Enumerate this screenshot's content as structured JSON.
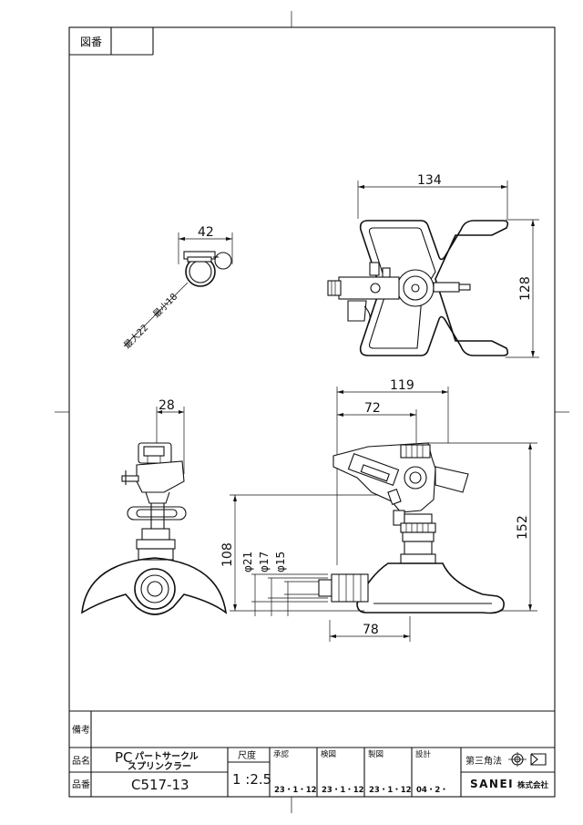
{
  "drawing_number_label": "図番",
  "drawing_number_value": "",
  "dimensions": {
    "top_view_width": "134",
    "top_view_height": "128",
    "clamp_width": "42",
    "clamp_max": "最大22",
    "clamp_min": "最小18",
    "side_view_width": "28",
    "front_width_total": "119",
    "front_width_upper": "72",
    "front_height_total": "152",
    "front_height_lower": "108",
    "dia_21": "φ21",
    "dia_17": "φ17",
    "dia_15": "φ15",
    "base_width": "78"
  },
  "title_block": {
    "remarks_label": "備考",
    "product_name_label": "品名",
    "product_name_prefix": "PC",
    "product_name_line1": "パートサークル",
    "product_name_line2": "スプリンクラー",
    "product_number_label": "品番",
    "product_number": "C517-13",
    "scale_label": "尺度",
    "scale_value": "1 :2.5",
    "approval_label": "承認",
    "approval_date": "23・1・12",
    "check_label": "検図",
    "check_date": "23・1・12",
    "draft_label": "製図",
    "draft_date": "23・1・12",
    "design_label": "設計",
    "design_date": "04・2・",
    "projection_label": "第三角法",
    "company": "SANEI",
    "company_suffix": "株式会社"
  }
}
